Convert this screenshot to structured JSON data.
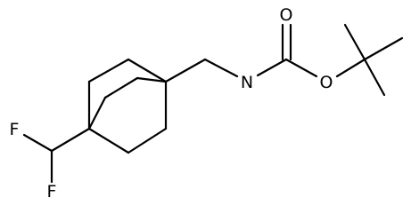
{
  "molecule": {
    "atoms": {
      "F1": "F",
      "F2": "F",
      "N": "N",
      "O_carbonyl": "O",
      "O_ester": "O"
    }
  }
}
